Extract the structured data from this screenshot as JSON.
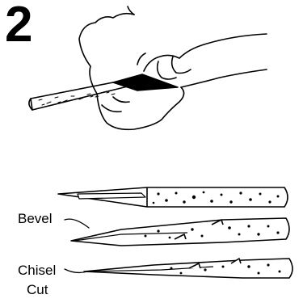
{
  "step": {
    "number": "2"
  },
  "labels": {
    "bevel": "Bevel",
    "chisel": "Chisel",
    "cut": "Cut"
  },
  "icons": {
    "hand": "hand-holding-knife-illustration",
    "stick_pointed": "pointed-stick-illustration",
    "stick_bevel": "beveled-stick-illustration",
    "stick_chisel": "chisel-cut-stick-illustration"
  }
}
